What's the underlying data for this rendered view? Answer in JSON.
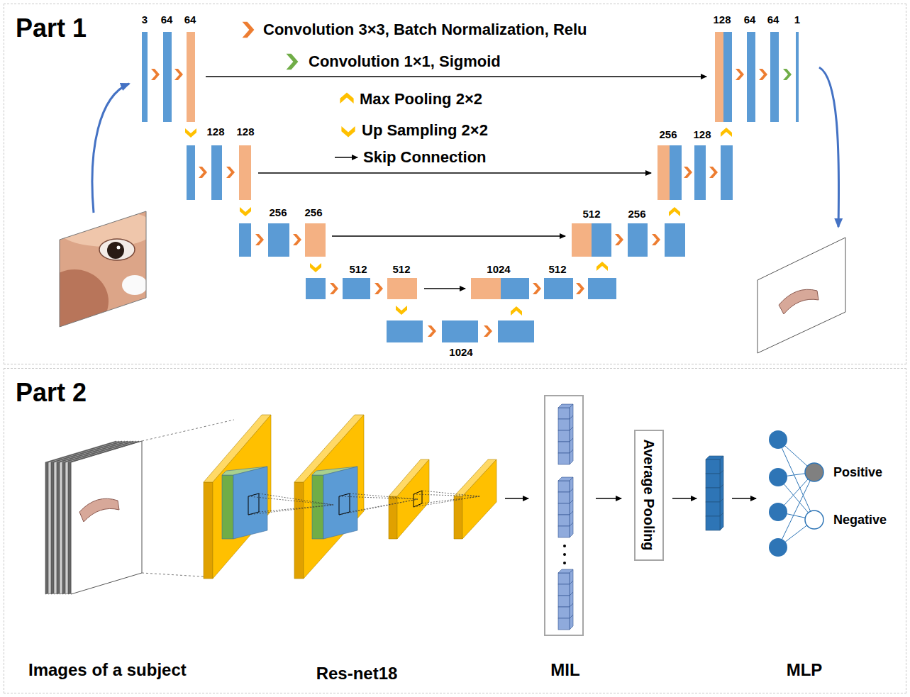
{
  "diagram": {
    "nodes": [
      {
        "text": [
          "Part 1"
        ]
      },
      {
        "text": [
          "Part 2"
        ]
      },
      {
        "text": [
          "Average Pooling"
        ],
        "in": 1
      }
    ],
    "labels": [
      "3",
      "64",
      "64",
      "128",
      "64",
      "64",
      "1",
      "128",
      "128",
      "256",
      "128",
      "256",
      "256",
      "512",
      "256",
      "512",
      "512",
      "1024",
      "512",
      "1024",
      "Images of a subject",
      "Res-net18",
      "MIL",
      "MLP",
      "Positive",
      "Negative"
    ],
    "legend": [
      {
        "text": "Convolution 3×3, Batch Normalization, Relu"
      },
      {
        "text": "Convolution 1×1, Sigmoid"
      },
      {
        "text": "Max Pooling 2×2"
      },
      {
        "text": "Up Sampling 2×2"
      },
      {
        "text": "Skip Connection"
      }
    ]
  }
}
